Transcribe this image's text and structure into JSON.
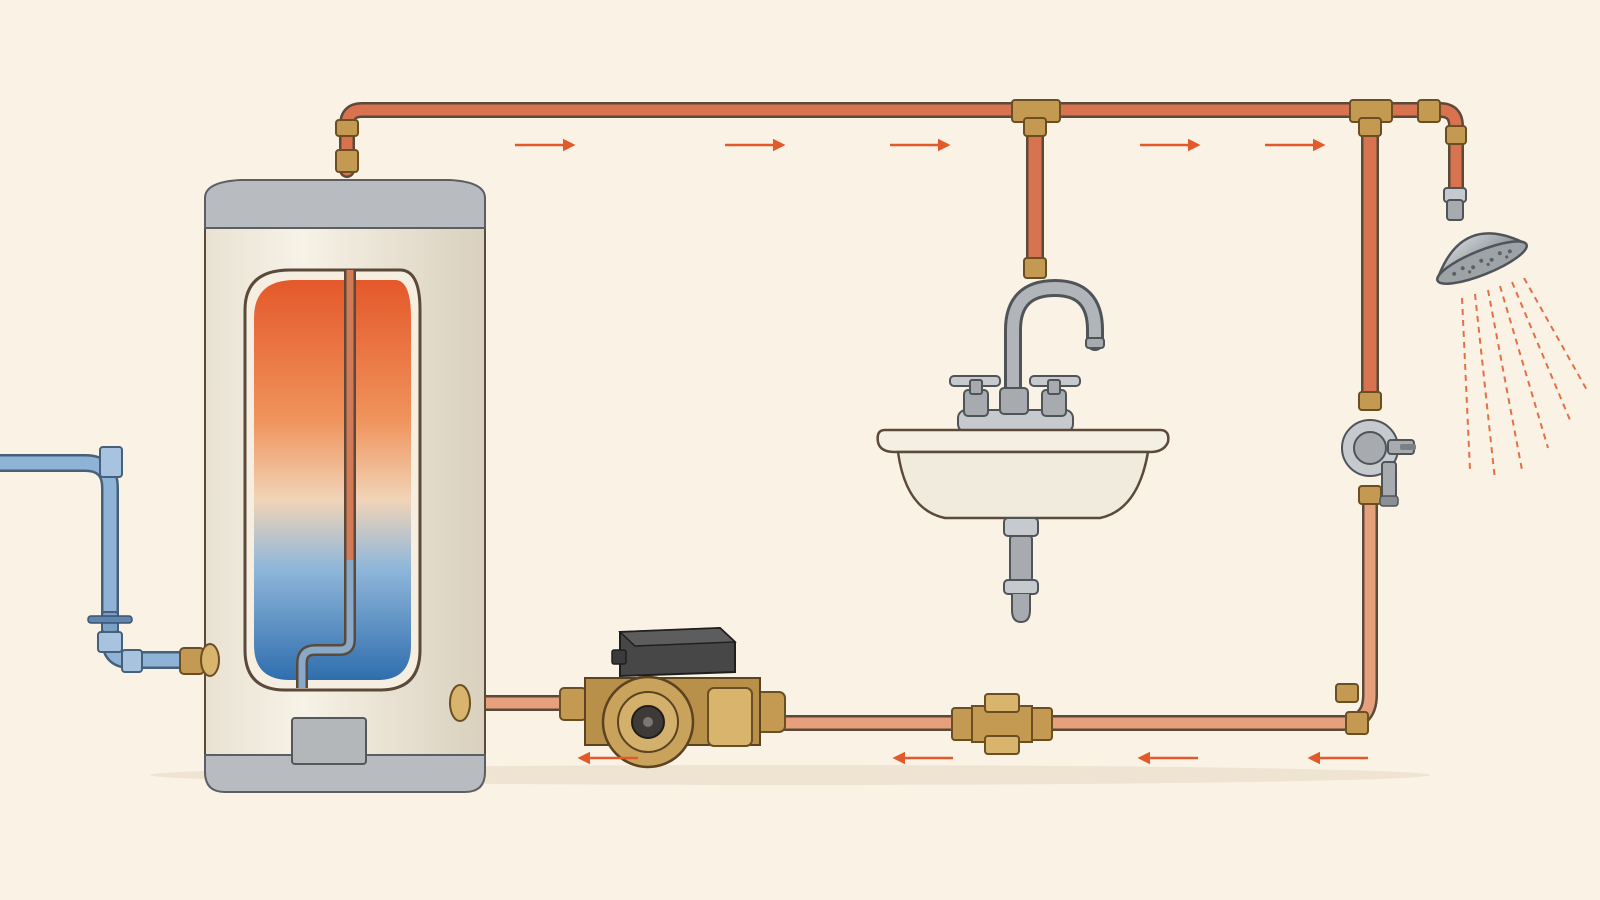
{
  "colors": {
    "background": "#fbf2e6",
    "hot_pipe": "#d9734f",
    "return_pipe": "#e6a07c",
    "cold_pipe": "#8fb3d6",
    "flow_arrow": "#e2592a",
    "tank_hot": "#e4582a",
    "tank_cold": "#3a78b8",
    "brass": "#c49a52",
    "chrome": "#a7abb0"
  },
  "flow_arrows": {
    "supply_direction": "right",
    "return_direction": "left",
    "supply_count": 5,
    "return_count": 4
  },
  "icons": [
    "water-heater-tank-icon",
    "circulation-pump-icon",
    "sink-faucet-icon",
    "shower-head-icon",
    "shutoff-valve-icon",
    "check-valve-icon"
  ]
}
